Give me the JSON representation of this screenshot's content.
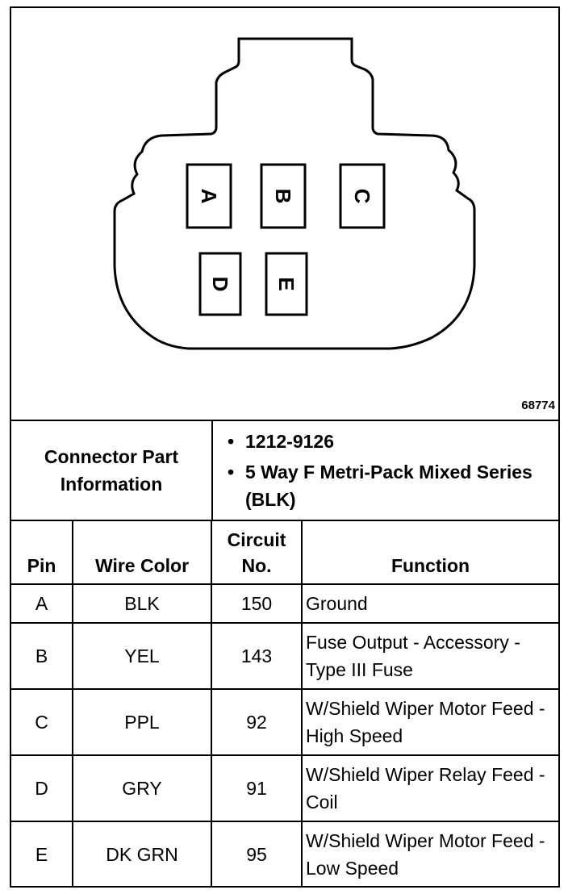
{
  "figure": {
    "id_label": "68774",
    "pins": [
      "A",
      "B",
      "C",
      "D",
      "E"
    ]
  },
  "connector_info": {
    "label": "Connector Part Information",
    "items": [
      "1212-9126",
      "5 Way F Metri-Pack Mixed Series (BLK)"
    ]
  },
  "table": {
    "headers": {
      "pin": "Pin",
      "wire_color": "Wire Color",
      "circuit": "Circuit No.",
      "function": "Function"
    },
    "rows": [
      {
        "pin": "A",
        "wire_color": "BLK",
        "circuit": "150",
        "function": "Ground"
      },
      {
        "pin": "B",
        "wire_color": "YEL",
        "circuit": "143",
        "function": "Fuse Output - Accessory - Type III Fuse"
      },
      {
        "pin": "C",
        "wire_color": "PPL",
        "circuit": "92",
        "function": "W/Shield Wiper Motor Feed - High Speed"
      },
      {
        "pin": "D",
        "wire_color": "GRY",
        "circuit": "91",
        "function": "W/Shield Wiper Relay Feed - Coil"
      },
      {
        "pin": "E",
        "wire_color": "DK GRN",
        "circuit": "95",
        "function": "W/Shield Wiper Motor Feed - Low Speed"
      }
    ]
  }
}
